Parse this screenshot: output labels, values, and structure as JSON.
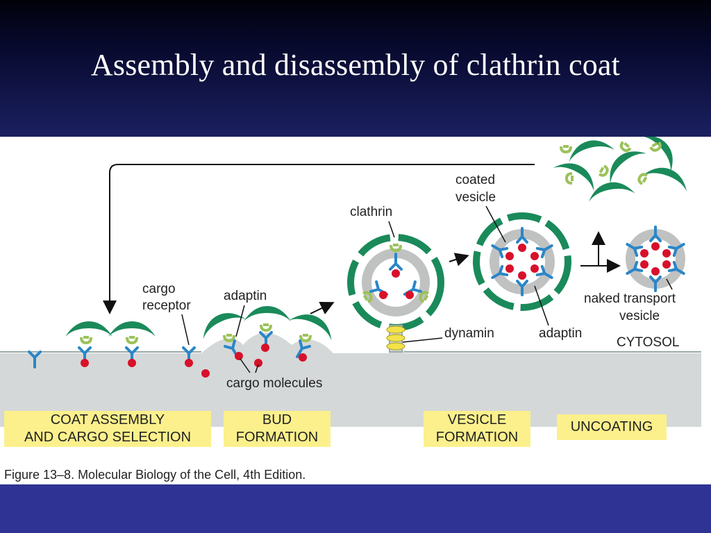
{
  "slide": {
    "title": "Assembly and disassembly of clathrin coat"
  },
  "figure": {
    "labels": {
      "cargo_receptor_1": "cargo",
      "cargo_receptor_2": "receptor",
      "adaptin_top": "adaptin",
      "clathrin": "clathrin",
      "coated_vesicle_1": "coated",
      "coated_vesicle_2": "vesicle",
      "naked_1": "naked transport",
      "naked_2": "vesicle",
      "dynamin": "dynamin",
      "adaptin_bottom": "adaptin",
      "cytosol": "CYTOSOL",
      "cargo_molecules": "cargo molecules"
    },
    "stages": {
      "coat_assembly_1": "COAT ASSEMBLY",
      "coat_assembly_2": "AND CARGO SELECTION",
      "bud_1": "BUD",
      "bud_2": "FORMATION",
      "vesicle_1": "VESICLE",
      "vesicle_2": "FORMATION",
      "uncoating": "UNCOATING"
    },
    "caption": "Figure 13–8. Molecular Biology of the Cell, 4th Edition.",
    "colors": {
      "clathrin": "#1a8a5a",
      "adaptin": "#9cc25a",
      "receptor": "#2a86c8",
      "cargo": "#d8102a",
      "membrane": "#d5d8d8",
      "dynamin": "#f2e24a",
      "stage_box": "#fbf08c"
    }
  }
}
